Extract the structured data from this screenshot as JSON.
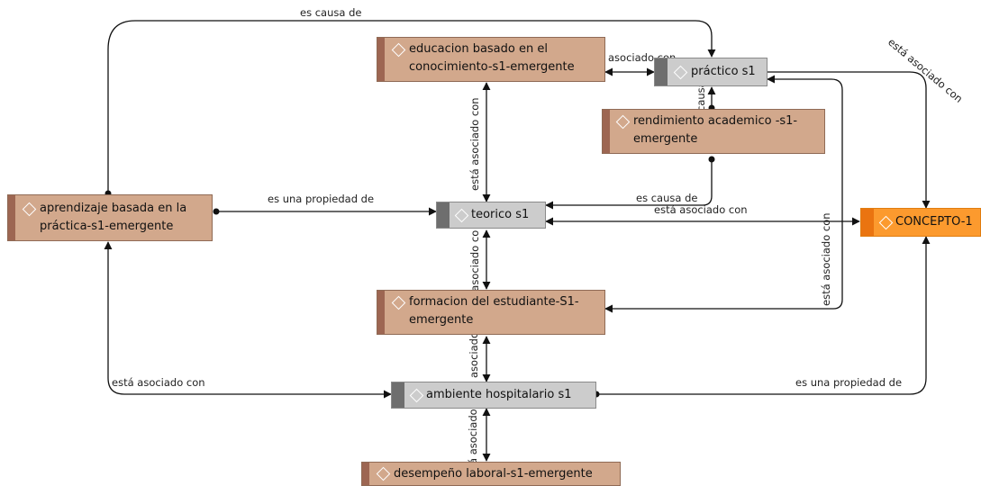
{
  "nodes": {
    "aprendizaje": {
      "line1": "aprendizaje basada en la",
      "line2": "práctica-s1-emergente"
    },
    "educacion": {
      "line1": "educacion basado en el",
      "line2": "conocimiento-s1-emergente"
    },
    "practico": {
      "line1": "práctico s1"
    },
    "rendimiento": {
      "line1": "rendimiento academico -s1-",
      "line2": "emergente"
    },
    "teorico": {
      "line1": "teorico s1"
    },
    "concepto": {
      "line1": "CONCEPTO-1"
    },
    "formacion": {
      "line1": "formacion del estudiante-S1-",
      "line2": "emergente"
    },
    "ambiente": {
      "line1": "ambiente hospitalario s1"
    },
    "desempeno": {
      "line1": "desempeño laboral-s1-emergente"
    }
  },
  "edge_labels": {
    "es_causa_de_top": "es causa de",
    "asociado_con_top": "asociado con",
    "esta_asociado_con_concept": "está asociado con",
    "causa": "causa",
    "esta_asociado_con_vertical": "está asociado con",
    "es_una_propiedad_de_left": "es una propiedad de",
    "es_causa_de_mid": "es causa de",
    "esta_asociado_con_mid": "está asociado con",
    "esta_asociado_con_right": "está asociado con",
    "esta_asociado_co_teorico": "está asociado co",
    "asociado_formacion": "asociado",
    "esta_asociado_con_left": "está asociado con",
    "es_una_propiedad_de_right": "es una propiedad de",
    "asociado_ambiente": "á asociado"
  },
  "colors": {
    "tan": "#d2a88c",
    "tan_bar": "#9d6652",
    "gray": "#cccccc",
    "gray_bar": "#6e6e6e",
    "orange": "#fc9a2e",
    "orange_bar": "#ea7410",
    "line": "#111111"
  }
}
